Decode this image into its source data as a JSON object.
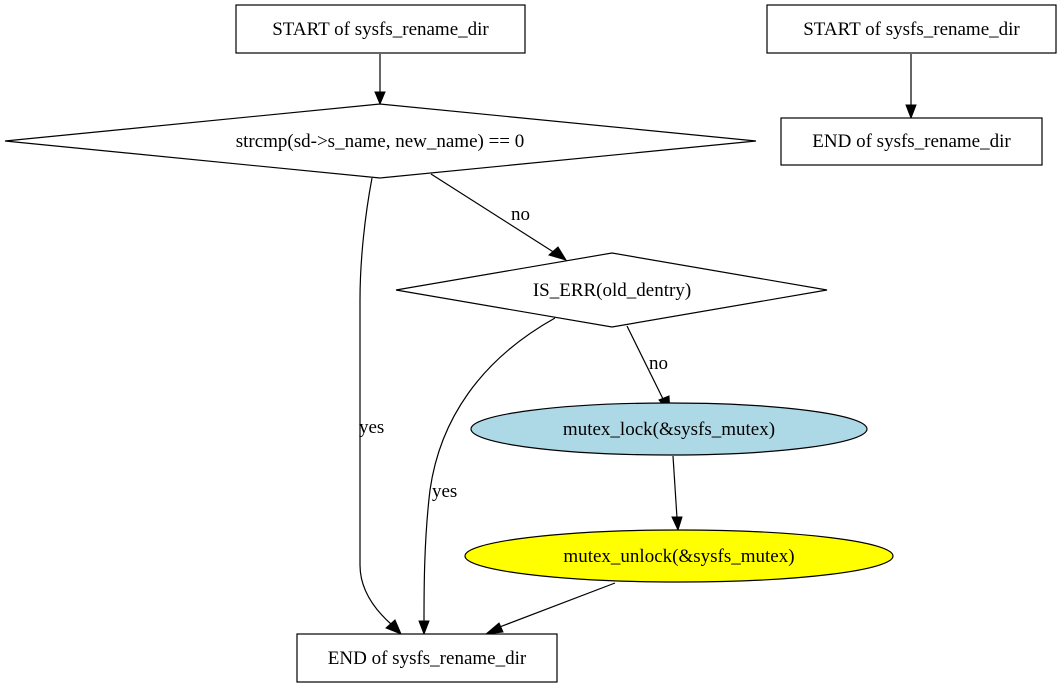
{
  "diagram": {
    "type": "flowchart",
    "nodes": {
      "start_main": {
        "label": "START of sysfs_rename_dir",
        "shape": "box",
        "fill": "#ffffff"
      },
      "cond_strcmp": {
        "label": "strcmp(sd->s_name, new_name) == 0",
        "shape": "diamond",
        "fill": "#ffffff"
      },
      "cond_is_err": {
        "label": "IS_ERR(old_dentry)",
        "shape": "diamond",
        "fill": "#ffffff"
      },
      "mutex_lock": {
        "label": "mutex_lock(&sysfs_mutex)",
        "shape": "ellipse",
        "fill": "#add8e6"
      },
      "mutex_unlock": {
        "label": "mutex_unlock(&sysfs_mutex)",
        "shape": "ellipse",
        "fill": "#ffff00"
      },
      "end_main": {
        "label": "END of sysfs_rename_dir",
        "shape": "box",
        "fill": "#ffffff"
      },
      "start_alt": {
        "label": "START of sysfs_rename_dir",
        "shape": "box",
        "fill": "#ffffff"
      },
      "end_alt": {
        "label": "END of sysfs_rename_dir",
        "shape": "box",
        "fill": "#ffffff"
      }
    },
    "edges": [
      {
        "from": "start_main",
        "to": "cond_strcmp",
        "label": ""
      },
      {
        "from": "cond_strcmp",
        "to": "cond_is_err",
        "label": "no"
      },
      {
        "from": "cond_strcmp",
        "to": "end_main",
        "label": "yes"
      },
      {
        "from": "cond_is_err",
        "to": "mutex_lock",
        "label": "no"
      },
      {
        "from": "cond_is_err",
        "to": "end_main",
        "label": "yes"
      },
      {
        "from": "mutex_lock",
        "to": "mutex_unlock",
        "label": ""
      },
      {
        "from": "mutex_unlock",
        "to": "end_main",
        "label": ""
      },
      {
        "from": "start_alt",
        "to": "end_alt",
        "label": ""
      }
    ]
  }
}
